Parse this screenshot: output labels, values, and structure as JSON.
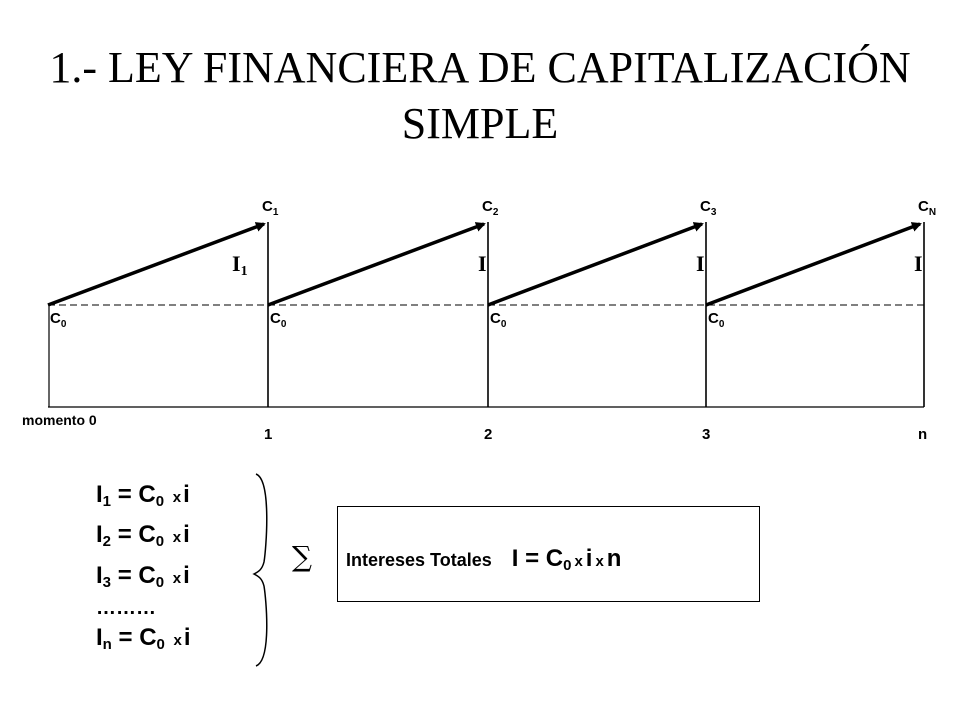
{
  "title": {
    "line1": "1.- LEY FINANCIERA DE CAPITALIZACIÓN",
    "line2": "SIMPLE"
  },
  "diagram": {
    "start_label": "momento 0",
    "periods": [
      {
        "tick": "",
        "base": "C",
        "base_sub": "0",
        "top": "C",
        "top_sub": "1",
        "interest": "I",
        "interest_sub": "1"
      },
      {
        "tick": "1",
        "base": "C",
        "base_sub": "0",
        "top": "C",
        "top_sub": "2",
        "interest": "I",
        "interest_sub": ""
      },
      {
        "tick": "2",
        "base": "C",
        "base_sub": "0",
        "top": "C",
        "top_sub": "3",
        "interest": "I",
        "interest_sub": ""
      },
      {
        "tick": "3",
        "base": "C",
        "base_sub": "0",
        "top": "C",
        "top_sub": "N",
        "interest": "I",
        "interest_sub": ""
      }
    ],
    "end_tick": "n"
  },
  "equations": [
    {
      "lhs": "I",
      "lhs_sub": "1",
      "eq": "= C",
      "c_sub": "0",
      "x": "x",
      "rhs": "i"
    },
    {
      "lhs": "I",
      "lhs_sub": "2",
      "eq": "= C",
      "c_sub": "0",
      "x": "x",
      "rhs": "i"
    },
    {
      "lhs": "I",
      "lhs_sub": "3",
      "eq": "= C",
      "c_sub": "0",
      "x": "x",
      "rhs": "i"
    },
    {
      "dots": "………"
    },
    {
      "lhs": "I",
      "lhs_sub": "n",
      "eq": "= C",
      "c_sub": "0",
      "x": "x",
      "rhs": "i"
    }
  ],
  "sum_symbol": "∑",
  "totals": {
    "label": "Intereses Totales",
    "lhs": "I",
    "eq": "= C",
    "c_sub": "0",
    "x1": "x",
    "i": "i",
    "x2": "x",
    "n": "n"
  }
}
